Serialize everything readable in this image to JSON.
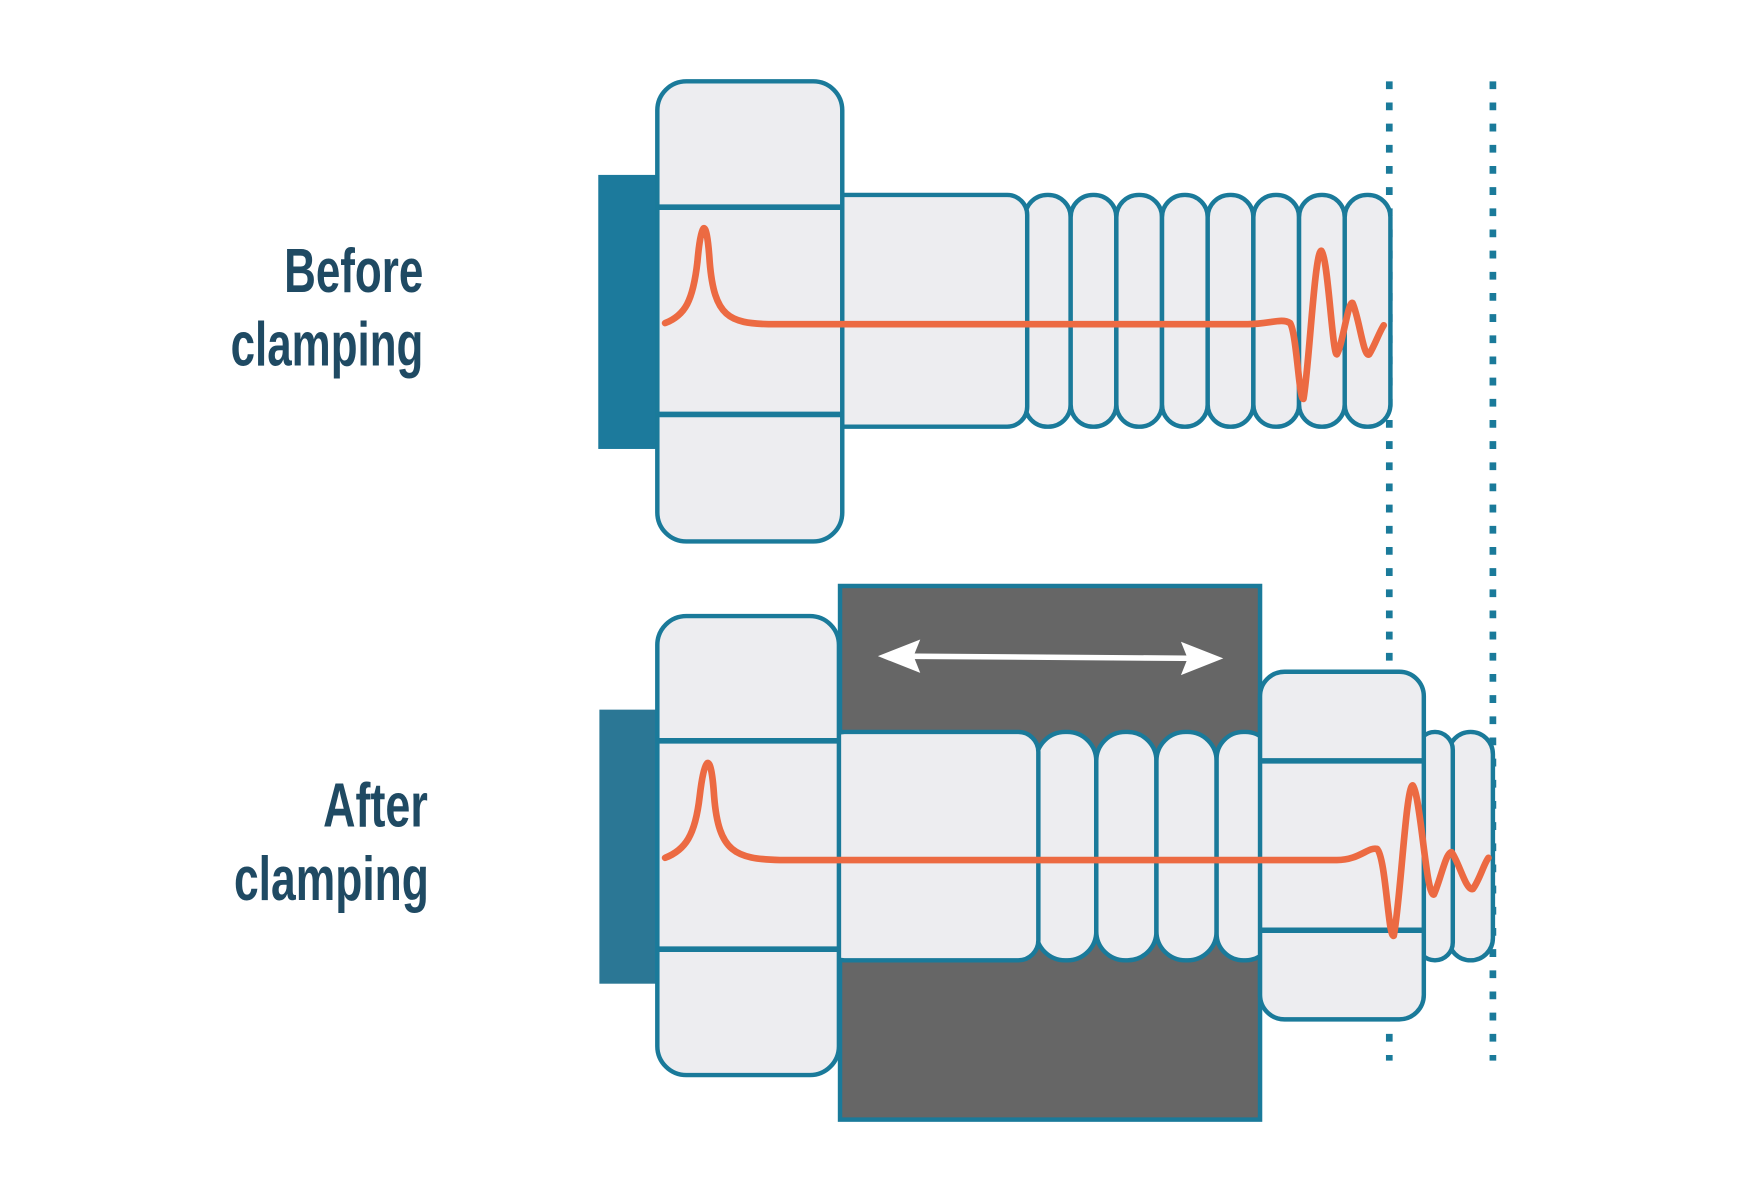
{
  "labels": {
    "before": [
      "Before",
      "clamping"
    ],
    "after": [
      "After",
      "clamping"
    ]
  },
  "colors": {
    "outline": "#1a7a9a",
    "washer": "#1c7a9c",
    "part_fill": "#ededf0",
    "clamped_block": "#666666",
    "signal": "#ec6a42",
    "text": "#1f4a63"
  },
  "icons": [
    "double-arrow-icon"
  ]
}
